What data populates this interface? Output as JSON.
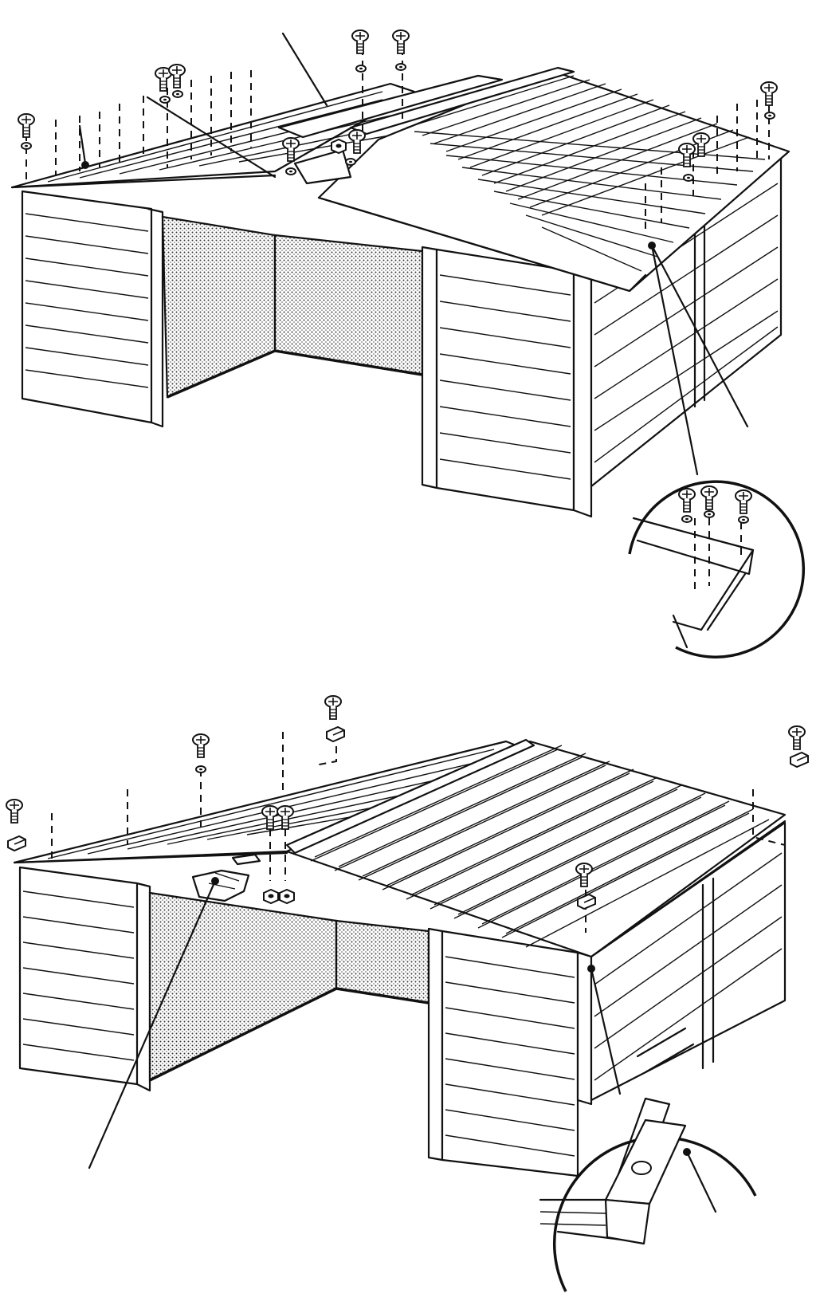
{
  "figure": {
    "kind": "roof-assembly-illustration",
    "panels": 2,
    "ink_color": "#111111",
    "paper_color": "#ffffff",
    "mesh_pattern": "dotted",
    "icons": [
      "screw-icon",
      "washer-icon",
      "nut-icon",
      "bracket-icon",
      "leader-dot-icon"
    ]
  }
}
